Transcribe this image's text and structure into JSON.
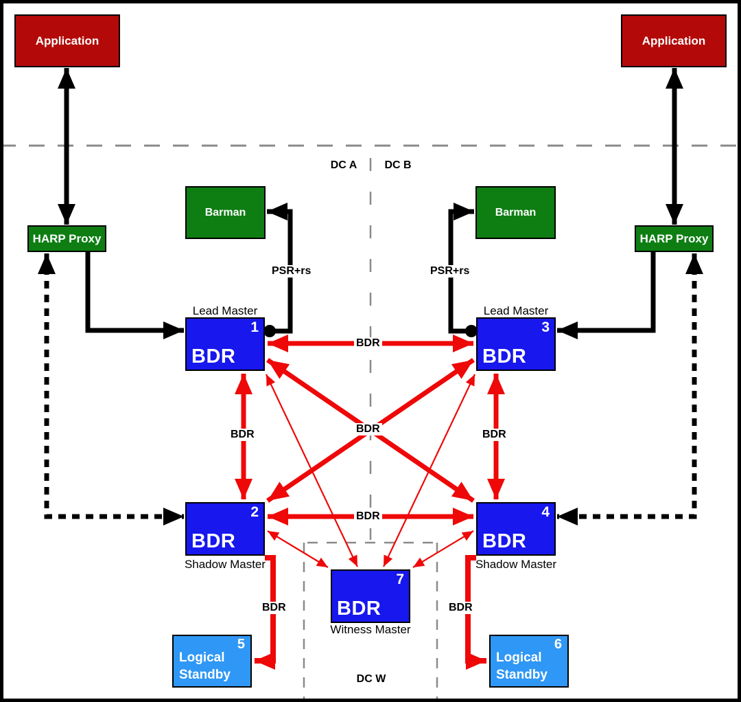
{
  "diagram": {
    "regions": {
      "dc_a": "DC A",
      "dc_b": "DC B",
      "dc_w": "DC W"
    },
    "edge_labels": {
      "bdr": "BDR",
      "psr": "PSR+rs"
    },
    "apps": {
      "left": "Application",
      "right": "Application"
    },
    "harp": {
      "left": "HARP Proxy",
      "right": "HARP Proxy"
    },
    "barman": {
      "left": "Barman",
      "right": "Barman"
    },
    "nodes": {
      "n1": {
        "num": "1",
        "name": "BDR",
        "role": "Lead Master"
      },
      "n2": {
        "num": "2",
        "name": "BDR",
        "role": "Shadow Master"
      },
      "n3": {
        "num": "3",
        "name": "BDR",
        "role": "Lead Master"
      },
      "n4": {
        "num": "4",
        "name": "BDR",
        "role": "Shadow Master"
      },
      "n7": {
        "num": "7",
        "name": "BDR",
        "role": "Witness Master"
      }
    },
    "standbys": {
      "s5": {
        "num": "5",
        "label": "Logical Standby"
      },
      "s6": {
        "num": "6",
        "label": "Logical Standby"
      }
    },
    "colors": {
      "application_red": "#b40909",
      "service_green": "#0e7e13",
      "bdr_blue": "#1717ee",
      "standby_blue": "#2f97f5",
      "replication_arrow_red": "#ee0808",
      "connection_black": "#000000",
      "boundary_dash_gray": "#8a8a8a"
    }
  }
}
